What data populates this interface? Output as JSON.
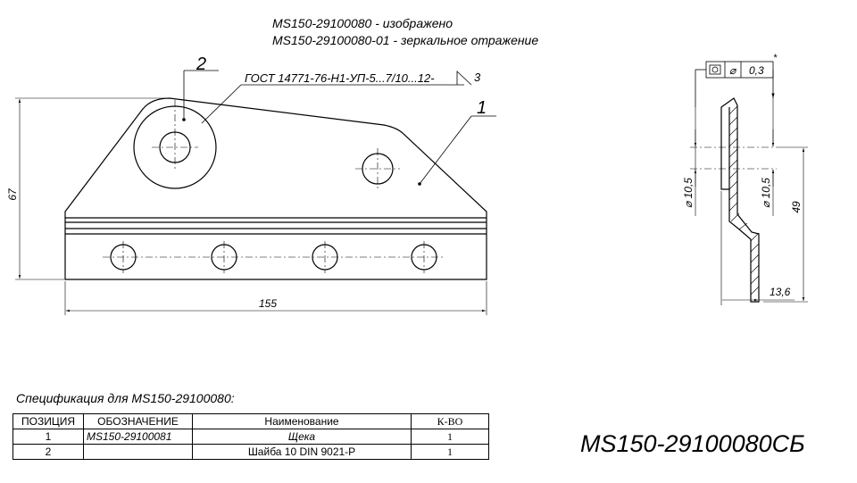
{
  "header": {
    "line1": "MS150-29100080 - изображено",
    "line2": "MS150-29100080-01 - зеркальное отражение"
  },
  "drawing": {
    "callout_1": "1",
    "callout_2": "2",
    "weld_note": "ГОСТ 14771-76-Н1-УП-5...7/10...12-",
    "weld_leg": "3",
    "dim_length": "155",
    "dim_height": "67",
    "dim_hole_left": "⌀ 10,5",
    "dim_hole_right": "⌀ 10,5",
    "dim_49": "49",
    "dim_13_6": "13,6",
    "tolerance_value": "0,3",
    "tolerance_symbol": "⌀",
    "tolerance_mark": "*"
  },
  "spec": {
    "title": "Спецификация для MS150-29100080:",
    "headers": [
      "ПОЗИЦИЯ",
      "ОБОЗНАЧЕНИЕ",
      "Наименование",
      "К-ВО"
    ],
    "rows": [
      {
        "pos": "1",
        "designation": "MS150-29100081",
        "name": "Щека",
        "qty": "1"
      },
      {
        "pos": "2",
        "designation": "",
        "name": "Шайба 10 DIN 9021-Р",
        "qty": "1"
      }
    ]
  },
  "title_block": "MS150-29100080СБ"
}
